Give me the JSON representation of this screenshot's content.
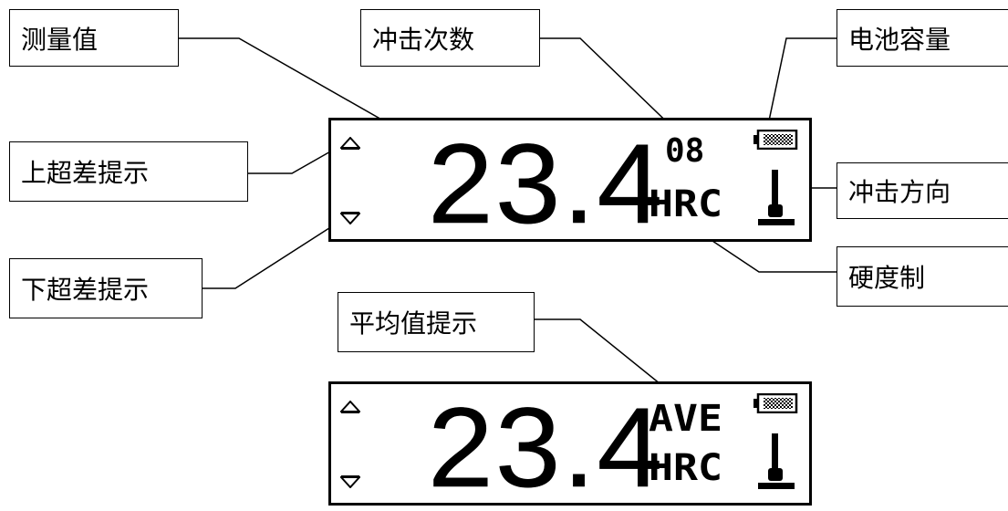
{
  "labels": {
    "measured_value": "测量值",
    "impact_count": "冲击次数",
    "battery_capacity": "电池容量",
    "upper_tolerance": "上超差提示",
    "impact_direction": "冲击方向",
    "lower_tolerance": "下超差提示",
    "hardness_scale": "硬度制",
    "average_hint": "平均值提示"
  },
  "display_top": {
    "value": "23.4",
    "count": "08",
    "unit": "HRC"
  },
  "display_bottom": {
    "value": "23.4",
    "ave": "AVE",
    "unit": "HRC"
  },
  "icons": [
    "up-triangle-icon",
    "down-triangle-icon",
    "battery-icon",
    "impact-direction-down-icon"
  ]
}
